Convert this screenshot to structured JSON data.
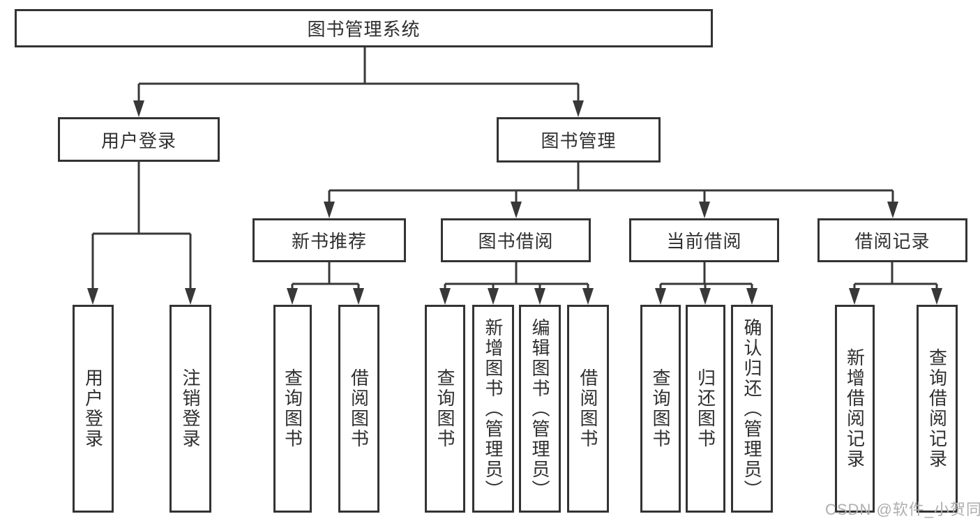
{
  "diagram_type": "hierarchy-tree",
  "tree": {
    "label": "图书管理系统",
    "children": [
      {
        "label": "用户登录",
        "children": [
          {
            "label": "用户登录"
          },
          {
            "label": "注销登录"
          }
        ]
      },
      {
        "label": "图书管理",
        "children": [
          {
            "label": "新书推荐",
            "children": [
              {
                "label": "查询图书"
              },
              {
                "label": "借阅图书"
              }
            ]
          },
          {
            "label": "图书借阅",
            "children": [
              {
                "label": "查询图书"
              },
              {
                "label": "新增图书（管理员）"
              },
              {
                "label": "编辑图书（管理员）"
              },
              {
                "label": "借阅图书"
              }
            ]
          },
          {
            "label": "当前借阅",
            "children": [
              {
                "label": "查询图书"
              },
              {
                "label": "归还图书"
              },
              {
                "label": "确认归还（管理员）"
              }
            ]
          },
          {
            "label": "借阅记录",
            "children": [
              {
                "label": "新增借阅记录"
              },
              {
                "label": "查询借阅记录"
              }
            ]
          }
        ]
      }
    ]
  },
  "watermark": {
    "text": "CSDN @软件_小贺同学"
  },
  "colors": {
    "line": "#383838",
    "box_border": "#333333",
    "text": "#2f2f2f",
    "watermark": "#aeaeae",
    "background": "#ffffff"
  }
}
